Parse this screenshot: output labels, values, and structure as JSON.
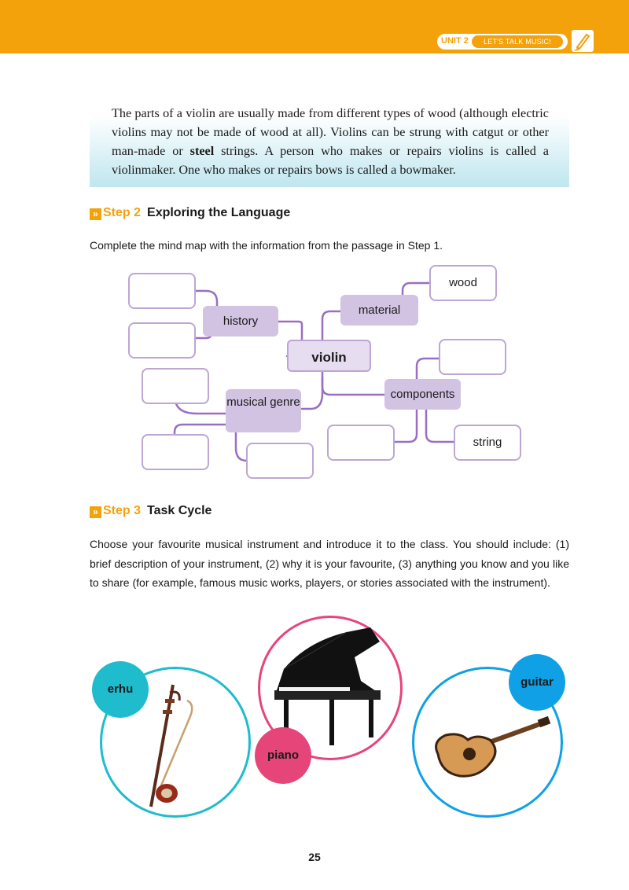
{
  "header": {
    "unit": "UNIT 2",
    "unit_title": "LET'S TALK MUSIC!",
    "icon": "pen-icon"
  },
  "passage": {
    "text_before": "The parts of a violin are usually made from different types of wood (although electric violins may not be made of wood at all). Violins can be strung with catgut or other man-made or ",
    "bold": "steel",
    "text_after": " strings. A person who makes or repairs violins is called a violinmaker. One who makes or repairs bows is called a bowmaker."
  },
  "step2": {
    "arrow": "»",
    "number": "Step 2",
    "title": "Exploring the Language",
    "instruction": "Complete the mind map with the information from the passage in Step 1."
  },
  "mindmap": {
    "center": "violin",
    "history": "history",
    "material": "material",
    "musical_genre": "musical genre",
    "components": "components",
    "wood": "wood",
    "string": "string"
  },
  "step3": {
    "arrow": "»",
    "number": "Step 3",
    "title": "Task Cycle",
    "text": "Choose your favourite musical instrument and introduce it to the class. You should include: (1) brief description of your instrument, (2) why it is your favourite, (3) anything you know and you like to share (for example, famous music works, players, or stories associated with the instrument)."
  },
  "instruments": {
    "erhu": "erhu",
    "piano": "piano",
    "guitar": "guitar"
  },
  "colors": {
    "brand_orange": "#f4a20c",
    "mindmap_purple": "#d2c3e3",
    "line_purple": "#9a6fc0",
    "erhu_badge": "#1ebccc",
    "piano_badge": "#e6457a",
    "guitar_badge": "#0fa0e6"
  },
  "page_number": "25"
}
